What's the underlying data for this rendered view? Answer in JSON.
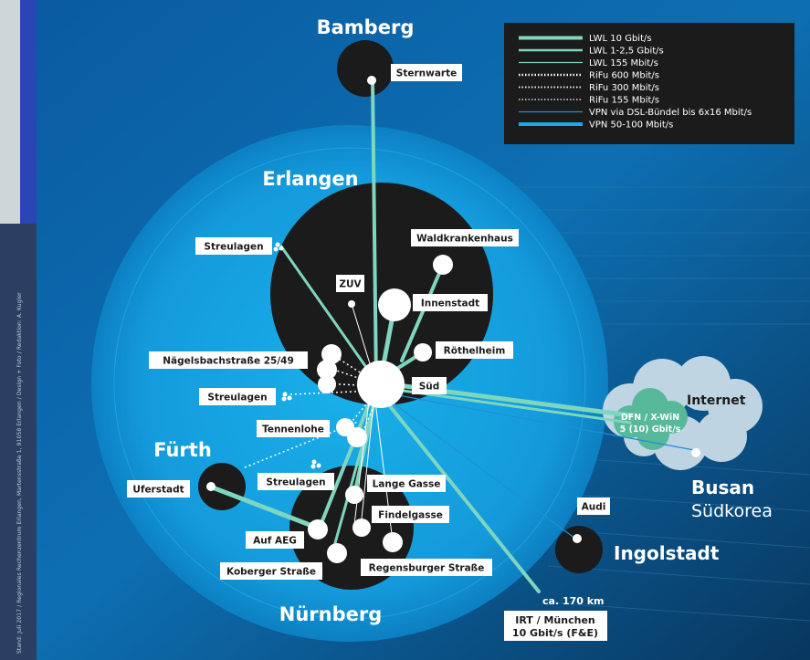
{
  "regions": {
    "erlangen": "Erlangen",
    "nuernberg": "Nürnberg",
    "fuerth": "Fürth",
    "bamberg": "Bamberg",
    "ingolstadt": "Ingolstadt",
    "busan": "Busan",
    "suedkorea": "Südkorea",
    "internet": "Internet"
  },
  "sites": {
    "sternwarte": "Sternwarte",
    "waldkrankenhaus": "Waldkrankenhaus",
    "streulagen_top": "Streulagen",
    "zuv": "ZUV",
    "innenstadt": "Innenstadt",
    "roethelheim": "Röthelheim",
    "naegelsbach": "Nägelsbachstraße 25/49",
    "sued": "Süd",
    "streulagen_mid": "Streulagen",
    "tennenlohe": "Tennenlohe",
    "uferstadt": "Uferstadt",
    "streulagen_low": "Streulagen",
    "lange_gasse": "Lange Gasse",
    "findelgasse": "Findelgasse",
    "auf_aeg": "Auf AEG",
    "koberger": "Koberger Straße",
    "regensburger": "Regensburger Straße",
    "audi": "Audi"
  },
  "cloud": {
    "line1": "DFN / X-WiN",
    "line2": "5 (10) Gbit/s"
  },
  "irt": {
    "distance": "ca. 170 km",
    "line1": "IRT / München",
    "line2": "10 Gbit/s (F&E)"
  },
  "legend": [
    {
      "label": "LWL 10 Gbit/s",
      "style": "solid-thick",
      "color": "#7fd6c0"
    },
    {
      "label": "LWL 1-2,5 Gbit/s",
      "style": "solid-medium",
      "color": "#7fd6c0"
    },
    {
      "label": "LWL 155 Mbit/s",
      "style": "solid-thin",
      "color": "#7fd6c0"
    },
    {
      "label": "RiFu 600 Mbit/s",
      "style": "dotted-thick",
      "color": "#ffffff"
    },
    {
      "label": "RiFu 300 Mbit/s",
      "style": "dotted-medium",
      "color": "#ffffff"
    },
    {
      "label": "RiFu 155 Mbit/s",
      "style": "dotted-thin",
      "color": "#ffffff"
    },
    {
      "label": "VPN via DSL-Bündel bis 6x16 Mbit/s",
      "style": "solid-thin",
      "color": "#1e8fd8"
    },
    {
      "label": "VPN 50-100 Mbit/s",
      "style": "solid-thick",
      "color": "#1aa8e8"
    }
  ],
  "credit": "Stand: Juli 2017 / Regionales Rechenzentrum Erlangen, Martensstraße 1, 91058 Erlangen / Design + Foto / Redaktion: A. Kugler",
  "colors": {
    "campus_circle": "#1b1b1b",
    "link_fiber": "#7fd6c0",
    "region_ring": "#1aa8e8",
    "cloud": "#cfe0ea",
    "cloud_core": "#58b89a"
  }
}
